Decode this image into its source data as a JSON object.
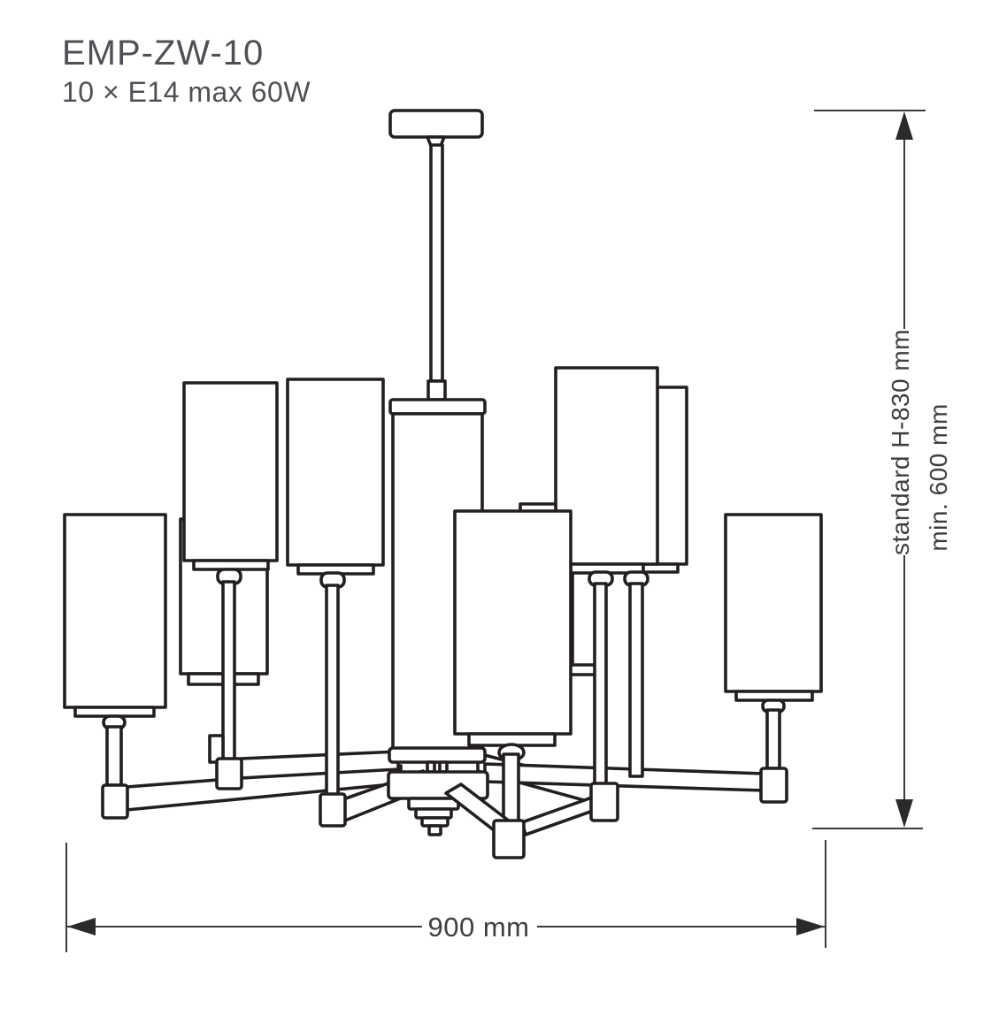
{
  "header": {
    "model": "EMP-ZW-10",
    "lamp_spec": "10 × E14 max 60W"
  },
  "dimension_labels": {
    "height_standard": "standard H-830 mm",
    "height_min": "min. 600 mm",
    "width": "900 mm"
  },
  "drawing": {
    "subject": "two-tier ten-arm chandelier with cylindrical shades, front elevation line drawing"
  },
  "colors": {
    "line": "#231f20",
    "dimension_line": "#3c3c3d",
    "label_text": "#3d3e40",
    "heading_text": "#4f5055",
    "background": "#ffffff"
  }
}
